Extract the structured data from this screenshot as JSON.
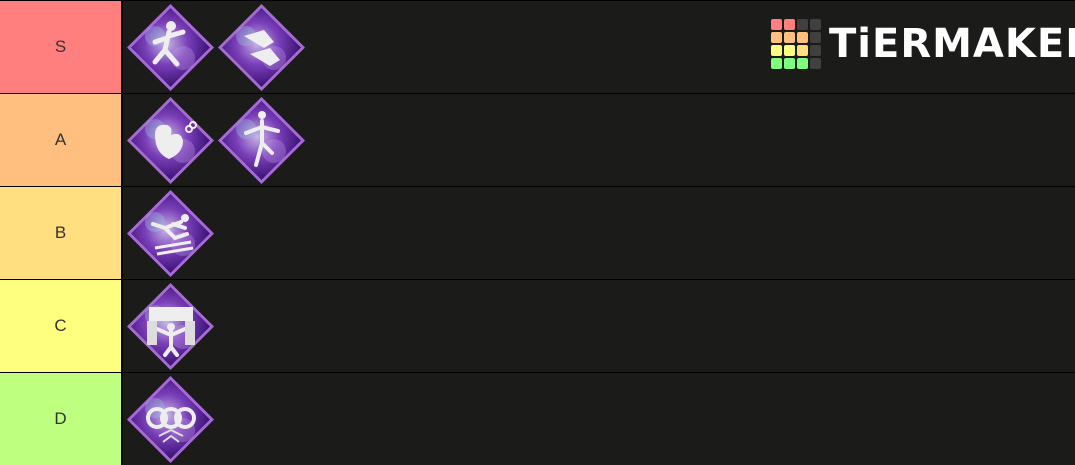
{
  "logo": {
    "text": "TiERMAKER"
  },
  "tiers": [
    {
      "label": "S",
      "color": "#ff7f7f",
      "items": [
        "running-figure-perk-icon",
        "sneakers-perk-icon"
      ]
    },
    {
      "label": "A",
      "color": "#ffbf7f",
      "items": [
        "heart-perk-icon",
        "balancing-figure-perk-icon"
      ]
    },
    {
      "label": "B",
      "color": "#ffdf7f",
      "items": [
        "hurdle-jump-perk-icon"
      ]
    },
    {
      "label": "C",
      "color": "#ffff7f",
      "items": [
        "door-breaker-perk-icon"
      ]
    },
    {
      "label": "D",
      "color": "#bfff7f",
      "items": [
        "rings-perk-icon"
      ]
    }
  ],
  "logo_grid_colors": [
    "#ff7f7f",
    "#ff7f7f",
    "#404040",
    "#404040",
    "#ffbf7f",
    "#ffbf7f",
    "#ffbf7f",
    "#404040",
    "#ffff7f",
    "#ffff7f",
    "#ffdf7f",
    "#404040",
    "#7fff7f",
    "#7fff7f",
    "#7fff7f",
    "#404040"
  ]
}
